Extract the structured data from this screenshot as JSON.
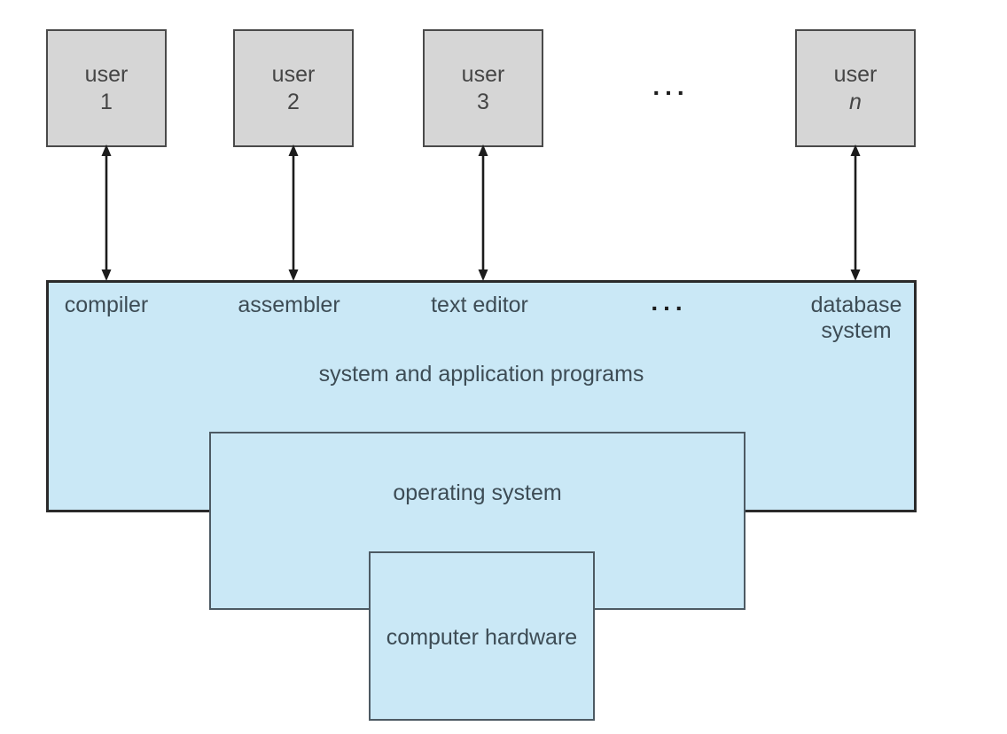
{
  "colors": {
    "layer_fill": "#cae8f6",
    "user_fill": "#d6d6d6",
    "user_border": "#4a4a4a",
    "outer_border": "#2a2a2a",
    "inner_border": "#4d5a63",
    "user_text": "#454545",
    "layer_text": "#3d4c55",
    "arrow": "#1c1c1c"
  },
  "user_row": {
    "boxes": [
      {
        "line1": "user",
        "line2": "1"
      },
      {
        "line1": "user",
        "line2": "2"
      },
      {
        "line1": "user",
        "line2": "3"
      },
      {
        "line1": "user",
        "line2": "n"
      }
    ],
    "ellipsis": "..."
  },
  "application_layer": {
    "title": "system and application programs",
    "programs": [
      "compiler",
      "assembler",
      "text editor"
    ],
    "ellipsis": "...",
    "database_program": "database\nsystem"
  },
  "os_layer": {
    "title": "operating system"
  },
  "hardware_layer": {
    "title": "computer hardware"
  }
}
